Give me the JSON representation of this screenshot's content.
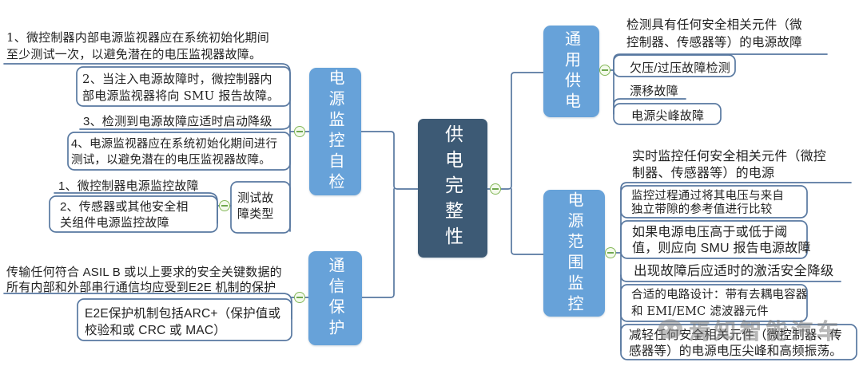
{
  "diagram": {
    "center": {
      "label": "供电完整性"
    },
    "branches": {
      "self_check": {
        "label": "电源监控自检",
        "items": [
          "1、微控制器内部电源监视器应在系统初始化期间\n至少测试一次，以避免潜在的电压监视器故障。",
          "2、当注入电源故障时，微控制器内\n部电源监视器将向 SMU 报告故障。",
          "3、检测到电源故障应适时启动降级",
          "4、电源监视器应在系统初始化期间进行\n测试，以避免潜在的电压监视器故障。"
        ],
        "sub": {
          "label": "测试故\n障类型",
          "items": [
            "1、微控制器电源监控故障",
            "2、传感器或其他安全相\n关组件电源监控故障"
          ]
        }
      },
      "comm": {
        "label": "通信保护",
        "items": [
          "传输任何符合 ASIL B 或以上要求的安全关键数据的\n所有内部和外部串行通信均应受到E2E 机制的保护",
          "E2E保护机制包括ARC+（保护值或\n校验和或 CRC 或 MAC）"
        ]
      },
      "general": {
        "label": "通用供电",
        "items": [
          "检测具有任何安全相关元件（微\n控制器、传感器等）的电源故障",
          "欠压/过压故障检测",
          "漂移故障",
          "电源尖峰故障"
        ]
      },
      "range": {
        "label": "电源范围监控",
        "items": [
          "实时监控任何安全相关元件（微控\n制器、传感器等）的电源",
          "监控过程通过将其电压与来自\n独立带隙的参考值进行比较",
          "如果电源电压高于或低于阈\n值，则应向 SMU 报告电源故障",
          "出现故障后应适时的激活安全降级",
          "合适的电路设计：带有去耦电容器\n和 EMI/EMC 滤波器元件",
          "减轻任何安全相关元件（微控制器、传\n感器等）的电源电压尖峰和高频振荡。"
        ]
      }
    },
    "collapse_icon_symbol": "−"
  },
  "watermark": {
    "text": "焉知智能汽车"
  },
  "colors": {
    "branch_node_blue": "#67A2D9",
    "central_node_navy": "#3D5A75",
    "connector_slate": "#5878A0",
    "collapse_green": "#85B85A",
    "topic_text": "#222222",
    "watermark_gray": "#8A8A8A"
  }
}
